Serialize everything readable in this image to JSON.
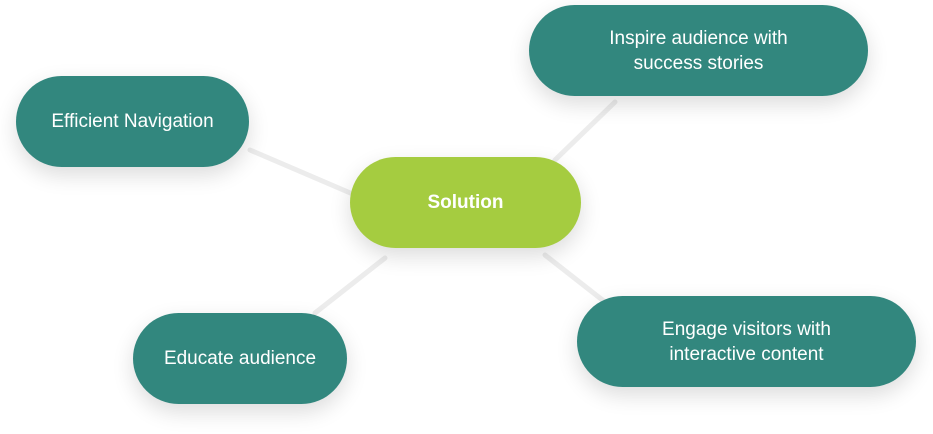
{
  "diagram": {
    "center": {
      "label": "Solution"
    },
    "nodes": [
      {
        "id": "efficient-navigation",
        "label": "Efficient Navigation"
      },
      {
        "id": "inspire-audience",
        "label": "Inspire audience with\nsuccess stories"
      },
      {
        "id": "educate-audience",
        "label": "Educate audience"
      },
      {
        "id": "engage-visitors",
        "label": "Engage visitors with\ninteractive content"
      }
    ]
  },
  "colors": {
    "center_fill": "#a5cc40",
    "node_fill": "#32877e",
    "connector": "#ececec",
    "text": "#ffffff"
  }
}
